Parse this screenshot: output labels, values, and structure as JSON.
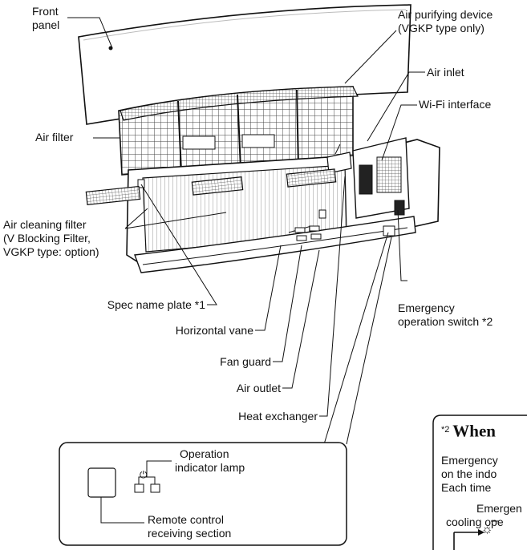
{
  "labels": {
    "front_panel": [
      "Front",
      "panel"
    ],
    "air_purifying": [
      "Air purifying device",
      "(VGKP type only)"
    ],
    "air_inlet": "Air inlet",
    "wifi_interface": "Wi-Fi interface",
    "air_filter": "Air filter",
    "air_cleaning": [
      "Air cleaning filter",
      "(V Blocking Filter,",
      "VGKP type: option)"
    ],
    "spec_plate": "Spec name plate *1",
    "horizontal_vane": "Horizontal vane",
    "fan_guard": "Fan guard",
    "air_outlet": "Air outlet",
    "heat_exchanger": "Heat exchanger",
    "emergency_switch": [
      "Emergency",
      "operation switch *2"
    ],
    "operation_lamp": [
      "Operation",
      "indicator lamp"
    ],
    "remote_receiving": [
      "Remote control",
      "receiving section"
    ],
    "power_symbol": "⏻"
  },
  "note": {
    "superscript": "*2",
    "heading": "When",
    "lines": [
      "Emergency",
      "on the indo",
      "Each time"
    ],
    "sub_lines": [
      "Emergen",
      "cooling ope"
    ]
  }
}
